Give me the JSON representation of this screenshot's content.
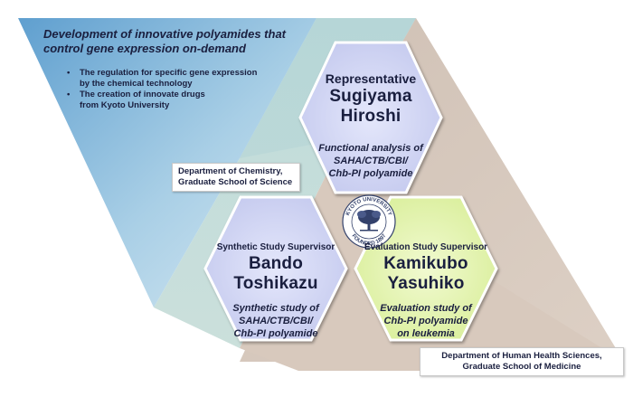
{
  "title": {
    "line1": "Development of innovative polyamides that",
    "line2": "control gene expression on-demand"
  },
  "bullets": [
    {
      "line1": "The regulation for specific gene expression",
      "line2": "by the chemical technology"
    },
    {
      "line1": "The creation of innovate drugs",
      "line2": "from Kyoto University"
    }
  ],
  "departments": {
    "chemistry": {
      "line1": "Department of Chemistry,",
      "line2": "Graduate School of Science"
    },
    "medicine": {
      "line1": "Department of Human Health Sciences,",
      "line2": "Graduate School of Medicine"
    }
  },
  "representative": {
    "role": "Representative",
    "name": "Sugiyama Hiroshi",
    "study": [
      "Functional analysis of",
      "SAHA/CTB/CBI/",
      "Chb-PI polyamide"
    ]
  },
  "synthetic": {
    "role": "Synthetic Study Supervisor",
    "name": "Bando Toshikazu",
    "study": [
      "Synthetic study of",
      "SAHA/CTB/CBI/",
      "Chb-PI polyamide"
    ]
  },
  "evaluation": {
    "role": "Evaluation Study Supervisor",
    "name": "Kamikubo Yasuhiko",
    "study": [
      "Evaluation study of",
      "Chb-PI polyamide",
      "on leukemia"
    ]
  },
  "seal": {
    "top": "KYOTO UNIVERSITY",
    "bottom": "FOUNDED 1897"
  },
  "colors": {
    "science_region": "#7fb3d5",
    "medicine_region": "#d9c6b8",
    "hex_blue": "#cfd3f2",
    "hex_green": "#e6f4b8",
    "text": "#1a1f3f"
  }
}
